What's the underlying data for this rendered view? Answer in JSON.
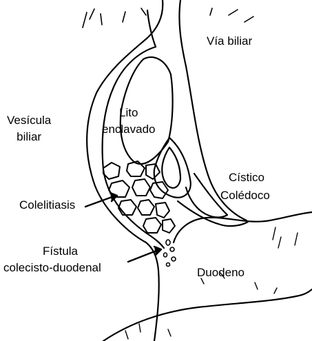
{
  "labels": {
    "via_biliar": "Vía biliar",
    "vesicula_line1": "Vesícula",
    "vesicula_line2": "biliar",
    "lito_line1": "Lito",
    "lito_line2": "enclavado",
    "cistico": "Cístico",
    "coledoco": "Colédoco",
    "colelitiasis": "Colelitiasis",
    "fistula_line1": "Fístula",
    "fistula_line2": "colecisto-duodenal",
    "duodeno": "Duodeno"
  },
  "colors": {
    "ink": "#000000",
    "background": "#ffffff"
  }
}
